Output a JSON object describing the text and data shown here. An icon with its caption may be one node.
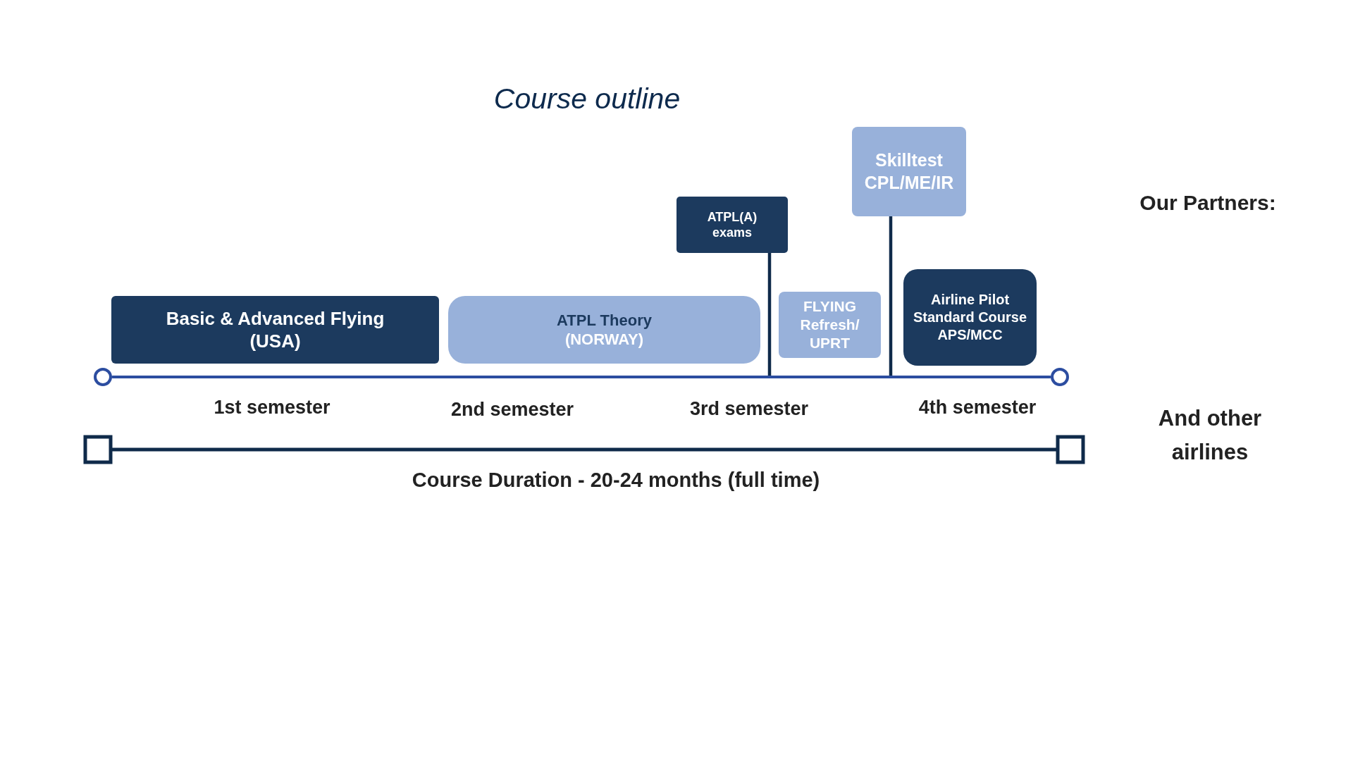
{
  "diagram": {
    "title": "Course outline",
    "nodes": [
      {
        "text": [
          "Basic & Advanced Flying (USA)"
        ]
      },
      {
        "text": [
          "ATPL Theory",
          "(NORWAY)"
        ]
      },
      {
        "text": [
          "ATPL(A) exams"
        ]
      },
      {
        "text": [
          "FLYING Refresh/ UPRT"
        ]
      },
      {
        "text": [
          "Skilltest CPL/ME/IR"
        ]
      },
      {
        "text": [
          "Airline Pilot Standard Course APS/MCC"
        ]
      },
      {
        "text": [],
        "shape": "bar"
      }
    ],
    "edges": [
      {
        "from": 2,
        "to": 6,
        "arrow": "none"
      },
      {
        "from": 4,
        "to": 6,
        "arrow": "none"
      }
    ],
    "labels": [
      "1st semester",
      "2nd semester",
      "3rd semester",
      "4th semester",
      "Course Duration - 20-24 months (full time)",
      "Our Partners:",
      "And other airlines"
    ]
  }
}
